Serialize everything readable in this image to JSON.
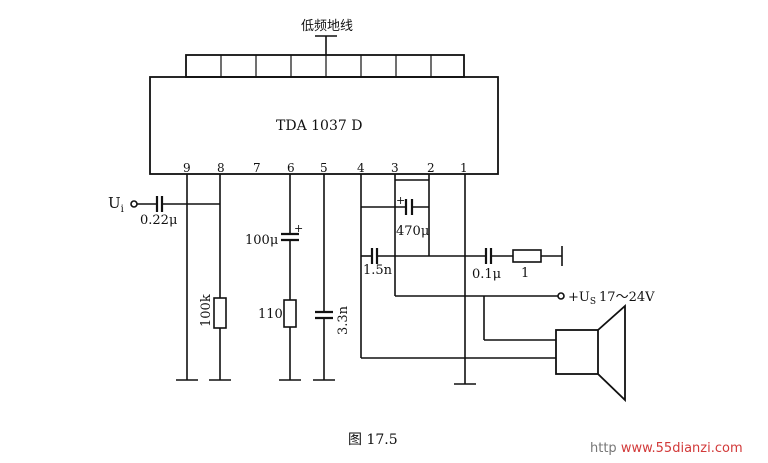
{
  "ground_label": "低频地线",
  "ic_name": "TDA 1037 D",
  "pins": [
    "9",
    "8",
    "7",
    "6",
    "5",
    "4",
    "3",
    "2",
    "1"
  ],
  "input_label_main": "U",
  "input_label_sub": "i",
  "components": {
    "c_in": "0.22μ",
    "r_100k": "100k",
    "c_100u": "100μ",
    "r_110": "110",
    "c_3n3": "3.3n",
    "c_470u": "470μ",
    "c_1n5": "1.5n",
    "c_01u": "0.1μ",
    "r_1": "1"
  },
  "supply_label": "+U",
  "supply_sub": "S",
  "supply_range": "17～24V",
  "figure_caption": "图 17.5",
  "watermark": {
    "prefix": "http",
    "domain": "www.55dianzi.com"
  }
}
